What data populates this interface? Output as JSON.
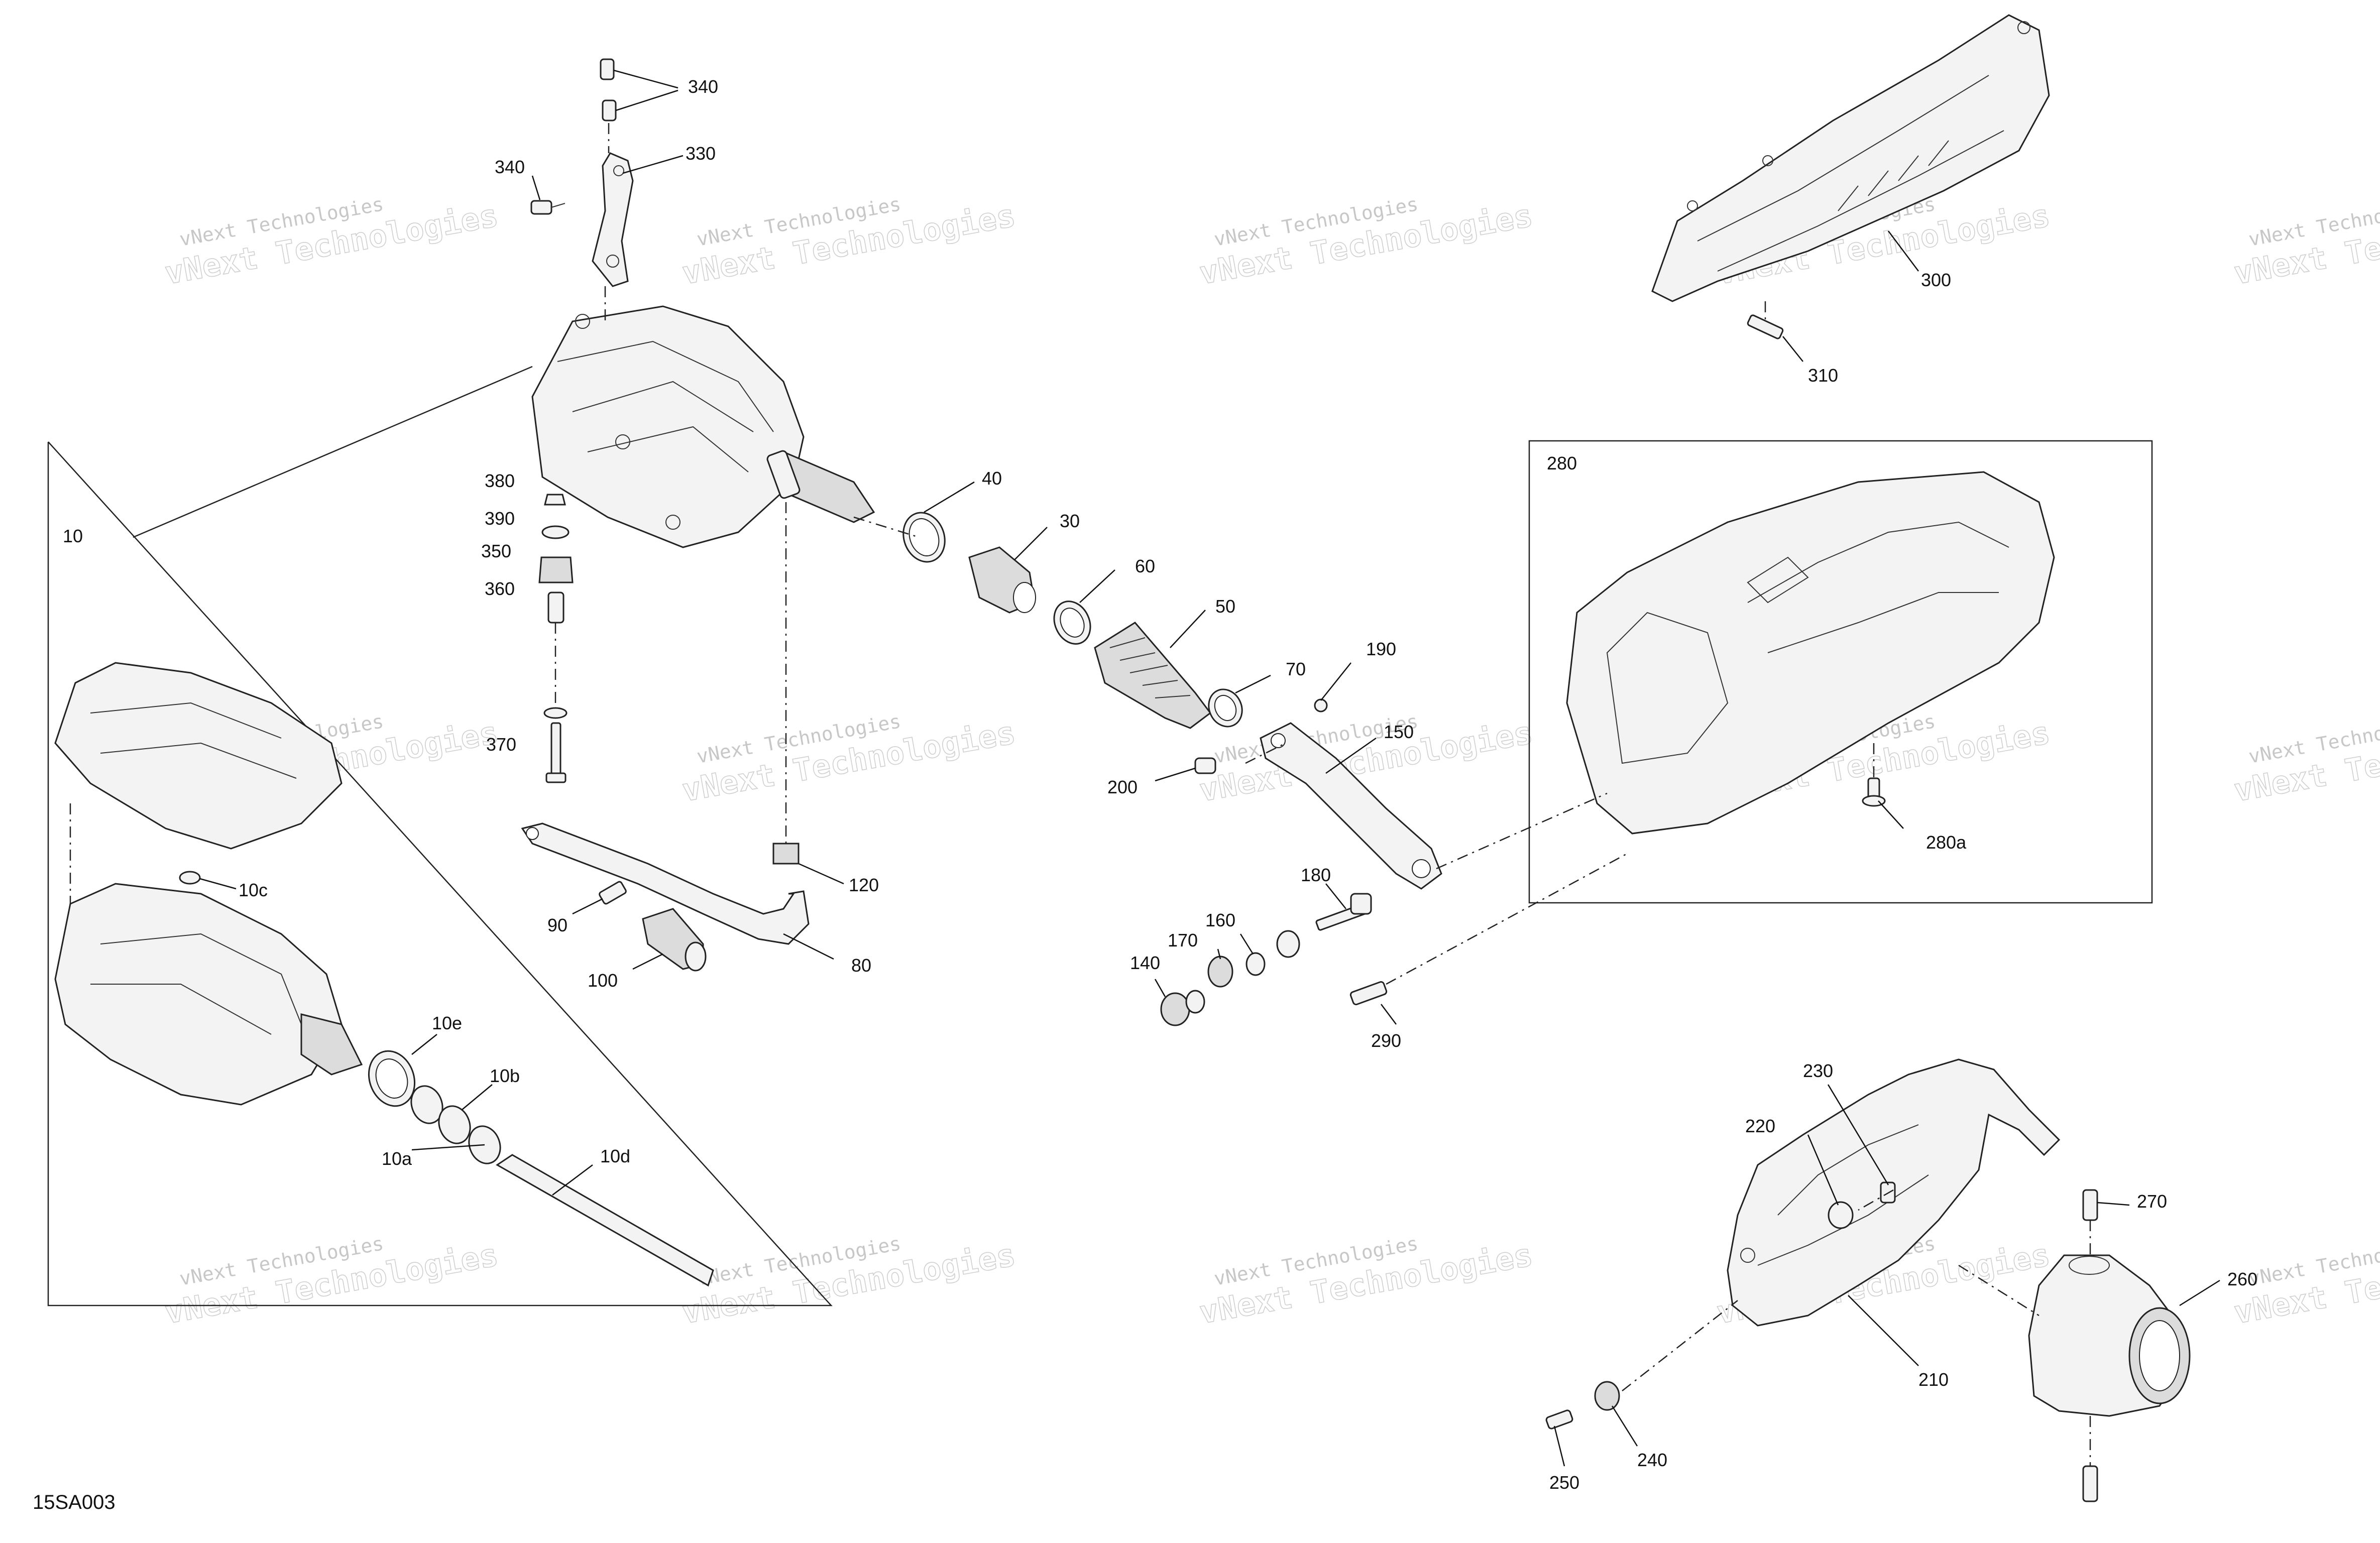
{
  "figure_id": "15SA003",
  "watermark": {
    "line1": "vNext Technologies",
    "line2": "vNext Technologies",
    "line3": "vNext"
  },
  "callouts": {
    "c340a": "340",
    "c340b": "340",
    "c330": "330",
    "c300": "300",
    "c310": "310",
    "c280": "280",
    "c280a": "280a",
    "c10": "10",
    "c380": "380",
    "c390": "390",
    "c350": "350",
    "c360": "360",
    "c370": "370",
    "c40": "40",
    "c30": "30",
    "c60": "60",
    "c50": "50",
    "c70": "70",
    "c190": "190",
    "c150": "150",
    "c200": "200",
    "c120": "120",
    "c90": "90",
    "c80": "80",
    "c100": "100",
    "c180": "180",
    "c160": "160",
    "c170": "170",
    "c140": "140",
    "c290": "290",
    "c10c": "10c",
    "c10e": "10e",
    "c10b": "10b",
    "c10a": "10a",
    "c10d": "10d",
    "c230": "230",
    "c220": "220",
    "c270": "270",
    "c260": "260",
    "c210": "210",
    "c240": "240",
    "c250": "250"
  }
}
